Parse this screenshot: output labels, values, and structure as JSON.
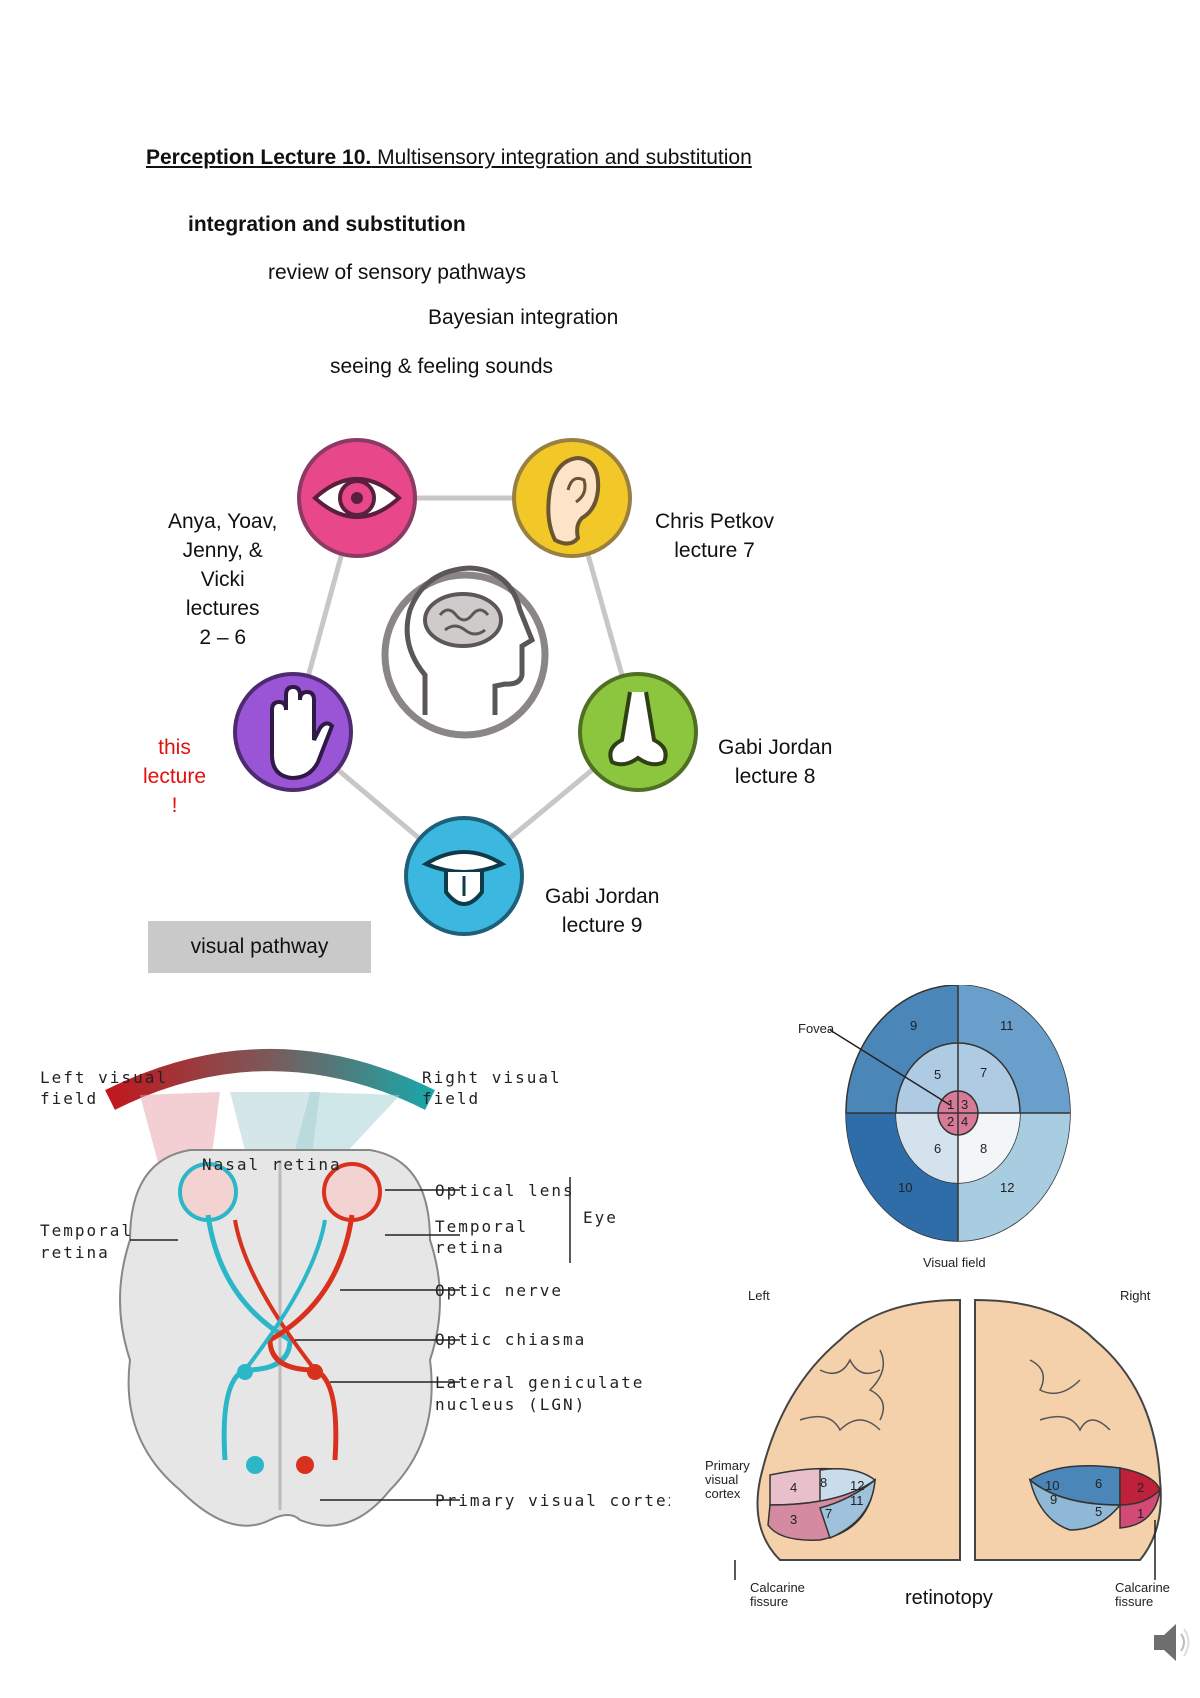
{
  "title": {
    "bold_part": "Perception Lecture 10.",
    "normal_part": " Multisensory integration and substitution"
  },
  "outline": [
    "integration and substitution",
    "review of sensory pathways",
    "Bayesian integration",
    "seeing & feeling sounds"
  ],
  "senses": {
    "vision_label": [
      "Anya, Yoav,",
      "Jenny, &",
      "Vicki",
      "lectures",
      "2 – 6"
    ],
    "hearing_label": [
      "Chris Petkov",
      "lecture 7"
    ],
    "smell_label": [
      "Gabi Jordan",
      "lecture 8"
    ],
    "taste_label": [
      "Gabi Jordan",
      "lecture 9"
    ],
    "touch_label": [
      "this",
      "lecture",
      "!"
    ],
    "colors": {
      "eye": "#e8478a",
      "ear": "#f2c829",
      "nose": "#8cc63f",
      "tongue": "#3bb7e0",
      "hand": "#9a55d6",
      "head": "#8a8586"
    },
    "icons": [
      "eye-icon",
      "ear-icon",
      "nose-icon",
      "tongue-icon",
      "hand-icon",
      "brain-head-icon"
    ]
  },
  "visual_pathway_button": "visual pathway",
  "pathway_diagram": {
    "left_visual_field": [
      "Left visual",
      "field"
    ],
    "right_visual_field": [
      "Right visual",
      "field"
    ],
    "nasal_retina": "Nasal retina",
    "temporal_retina_left": [
      "Temporal",
      "retina"
    ],
    "optical_lens": "Optical lens",
    "temporal_retina_right": [
      "Temporal",
      "retina"
    ],
    "eye": "Eye",
    "optic_nerve": "Optic nerve",
    "optic_chiasma": "Optic chiasma",
    "lgn": [
      "Lateral geniculate",
      "nucleus (LGN)"
    ],
    "primary_visual_cortex": "Primary visual cortex",
    "colors": {
      "left_path": "#2bb7c8",
      "right_path": "#d8321e"
    }
  },
  "visual_field_diagram": {
    "fovea": "Fovea",
    "visual_field": "Visual field",
    "numbers": [
      "9",
      "11",
      "5",
      "7",
      "1",
      "3",
      "2",
      "4",
      "6",
      "8",
      "10",
      "12"
    ]
  },
  "retinotopy_diagram": {
    "left": "Left",
    "right": "Right",
    "primary_visual_cortex": [
      "Primary",
      "visual",
      "cortex"
    ],
    "calcarine_left": [
      "Calcarine",
      "fissure"
    ],
    "calcarine_right": [
      "Calcarine",
      "fissure"
    ],
    "left_numbers": [
      "4",
      "8",
      "12",
      "3",
      "7",
      "11"
    ],
    "right_numbers": [
      "10",
      "6",
      "2",
      "9",
      "5",
      "1"
    ],
    "caption": "retinotopy"
  }
}
